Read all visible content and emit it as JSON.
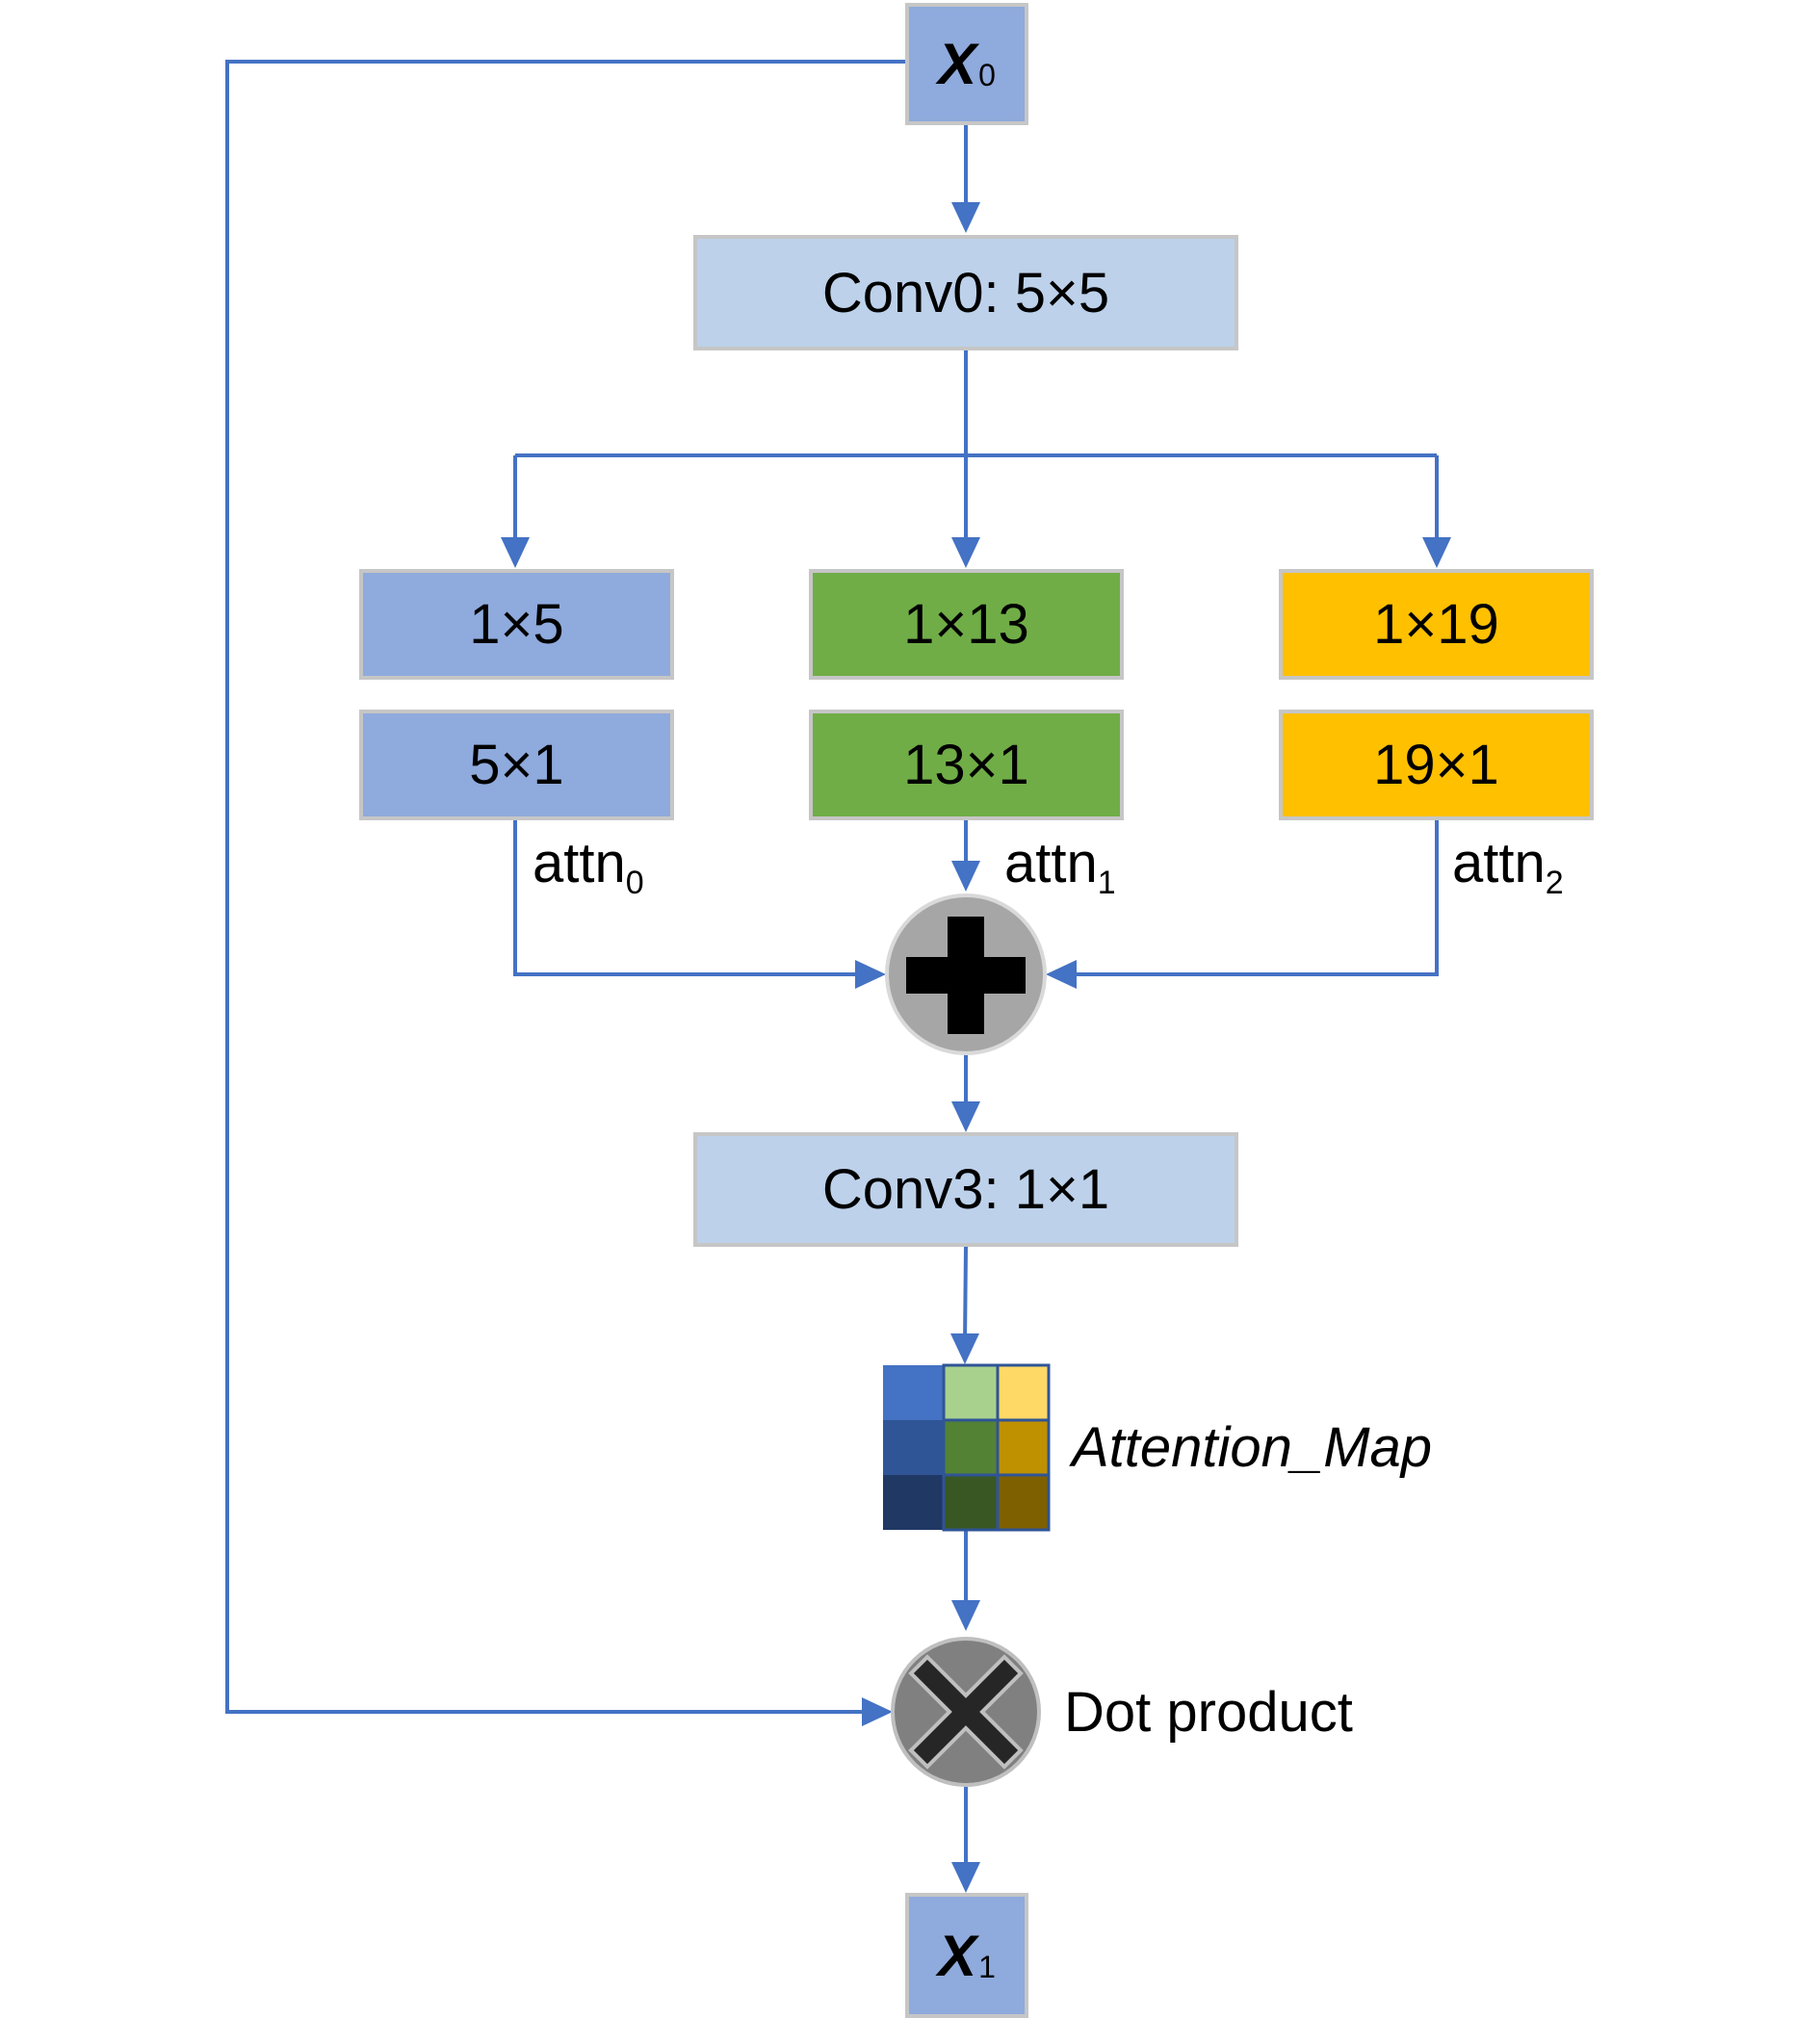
{
  "nodes": {
    "x0": {
      "base": "X",
      "sub": "0"
    },
    "conv0": "Conv0: 5×5",
    "branch0_top": "1×5",
    "branch0_bottom": "5×1",
    "branch1_top": "1×13",
    "branch1_bottom": "13×1",
    "branch2_top": "1×19",
    "branch2_bottom": "19×1",
    "conv3": "Conv3: 1×1",
    "x1": {
      "base": "X",
      "sub": "1"
    }
  },
  "labels": {
    "attn0": {
      "base": "attn",
      "sub": "0"
    },
    "attn1": {
      "base": "attn",
      "sub": "1"
    },
    "attn2": {
      "base": "attn",
      "sub": "2"
    },
    "attention_map": "Attention_Map",
    "dot_product": "Dot product"
  },
  "colors": {
    "arrow": "#4472c4",
    "input_output": "#8faadc",
    "conv": "#bdd1ea",
    "branch_blue": "#8faadc",
    "branch_green": "#70ad47",
    "branch_gold": "#ffc000",
    "operator_circle": "#a6a6a6",
    "box_border": "#c6c6c6"
  },
  "icons": {
    "add": "plus-icon",
    "multiply": "times-icon",
    "attention_map": "grid-heatmap-icon"
  }
}
